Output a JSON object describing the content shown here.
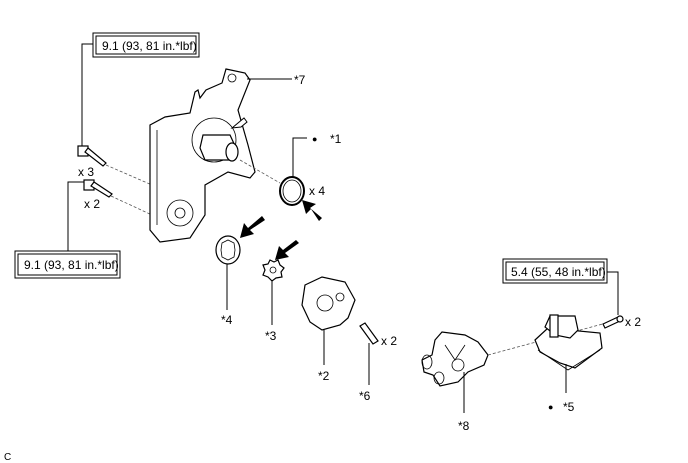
{
  "torque_specs": {
    "upper_left": "9.1 (93, 81 in.*lbf)",
    "lower_left": "9.1 (93, 81 in.*lbf)",
    "right": "5.4 (55, 48 in.*lbf)"
  },
  "callouts": {
    "p7": "*7",
    "p1": "*1",
    "p4": "*4",
    "p3": "*3",
    "p2": "*2",
    "p6": "*6",
    "p8": "*8",
    "p5": "*5"
  },
  "quantities": {
    "bolts_upper": "x 3",
    "bolts_lower": "x 2",
    "o_rings": "x 4",
    "pins": "x 2",
    "screws": "x 2"
  },
  "non_reusable_marker": "●",
  "figure_code": "C"
}
